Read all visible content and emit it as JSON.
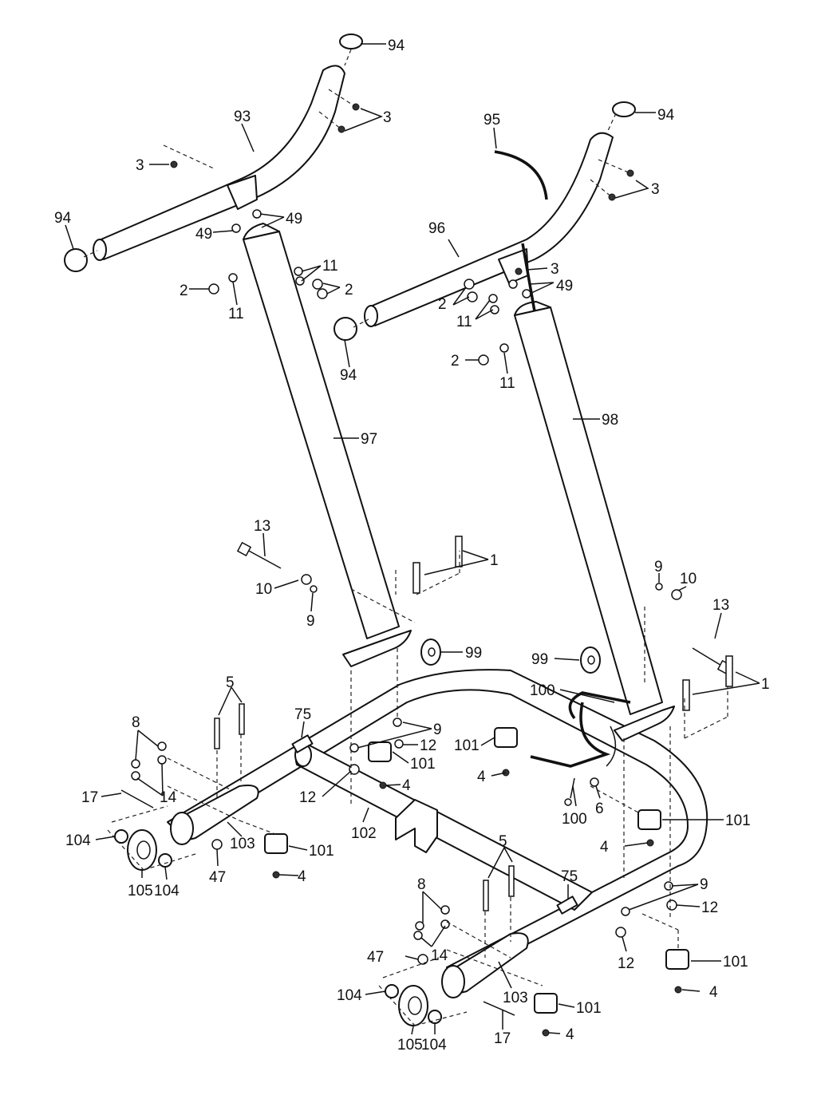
{
  "colors": {
    "line": "#111111",
    "background": "#ffffff"
  },
  "callouts": [
    {
      "id": "c94a",
      "text": "94"
    },
    {
      "id": "c93",
      "text": "93"
    },
    {
      "id": "c3a",
      "text": "3"
    },
    {
      "id": "c3b",
      "text": "3"
    },
    {
      "id": "c94b",
      "text": "94"
    },
    {
      "id": "c49a",
      "text": "49"
    },
    {
      "id": "c49b",
      "text": "49"
    },
    {
      "id": "c2a",
      "text": "2"
    },
    {
      "id": "c11a",
      "text": "11"
    },
    {
      "id": "c11b",
      "text": "11"
    },
    {
      "id": "c2b",
      "text": "2"
    },
    {
      "id": "c95",
      "text": "95"
    },
    {
      "id": "c94c",
      "text": "94"
    },
    {
      "id": "c3c",
      "text": "3"
    },
    {
      "id": "c96",
      "text": "96"
    },
    {
      "id": "c3d",
      "text": "3"
    },
    {
      "id": "c49c",
      "text": "49"
    },
    {
      "id": "c2c",
      "text": "2"
    },
    {
      "id": "c11c",
      "text": "11"
    },
    {
      "id": "c94d",
      "text": "94"
    },
    {
      "id": "c2d",
      "text": "2"
    },
    {
      "id": "c11d",
      "text": "11"
    },
    {
      "id": "c97",
      "text": "97"
    },
    {
      "id": "c98",
      "text": "98"
    },
    {
      "id": "c13a",
      "text": "13"
    },
    {
      "id": "c1a",
      "text": "1"
    },
    {
      "id": "c10a",
      "text": "10"
    },
    {
      "id": "c9a",
      "text": "9"
    },
    {
      "id": "c99a",
      "text": "99"
    },
    {
      "id": "c9b",
      "text": "9"
    },
    {
      "id": "c10b",
      "text": "10"
    },
    {
      "id": "c13b",
      "text": "13"
    },
    {
      "id": "c99b",
      "text": "99"
    },
    {
      "id": "c1b",
      "text": "1"
    },
    {
      "id": "c100a",
      "text": "100"
    },
    {
      "id": "c5a",
      "text": "5"
    },
    {
      "id": "c75a",
      "text": "75"
    },
    {
      "id": "c8a",
      "text": "8"
    },
    {
      "id": "c9c",
      "text": "9"
    },
    {
      "id": "c12a",
      "text": "12"
    },
    {
      "id": "c101a",
      "text": "101"
    },
    {
      "id": "c101b",
      "text": "101"
    },
    {
      "id": "c17a",
      "text": "17"
    },
    {
      "id": "c14a",
      "text": "14"
    },
    {
      "id": "c4a",
      "text": "4"
    },
    {
      "id": "c4b",
      "text": "4"
    },
    {
      "id": "c12b",
      "text": "12"
    },
    {
      "id": "c100b",
      "text": "100"
    },
    {
      "id": "c6",
      "text": "6"
    },
    {
      "id": "c101c",
      "text": "101"
    },
    {
      "id": "c104a",
      "text": "104"
    },
    {
      "id": "c103a",
      "text": "103"
    },
    {
      "id": "c102",
      "text": "102"
    },
    {
      "id": "c101d",
      "text": "101"
    },
    {
      "id": "c4c",
      "text": "4"
    },
    {
      "id": "c105a",
      "text": "105"
    },
    {
      "id": "c104b",
      "text": "104"
    },
    {
      "id": "c47a",
      "text": "47"
    },
    {
      "id": "c4d",
      "text": "4"
    },
    {
      "id": "c5b",
      "text": "5"
    },
    {
      "id": "c75b",
      "text": "75"
    },
    {
      "id": "c8b",
      "text": "8"
    },
    {
      "id": "c9d",
      "text": "9"
    },
    {
      "id": "c12c",
      "text": "12"
    },
    {
      "id": "c47b",
      "text": "47"
    },
    {
      "id": "c14b",
      "text": "14"
    },
    {
      "id": "c12d",
      "text": "12"
    },
    {
      "id": "c101e",
      "text": "101"
    },
    {
      "id": "c104c",
      "text": "104"
    },
    {
      "id": "c103b",
      "text": "103"
    },
    {
      "id": "c101f",
      "text": "101"
    },
    {
      "id": "c4e",
      "text": "4"
    },
    {
      "id": "c105b",
      "text": "105"
    },
    {
      "id": "c104d",
      "text": "104"
    },
    {
      "id": "c17b",
      "text": "17"
    }
  ]
}
